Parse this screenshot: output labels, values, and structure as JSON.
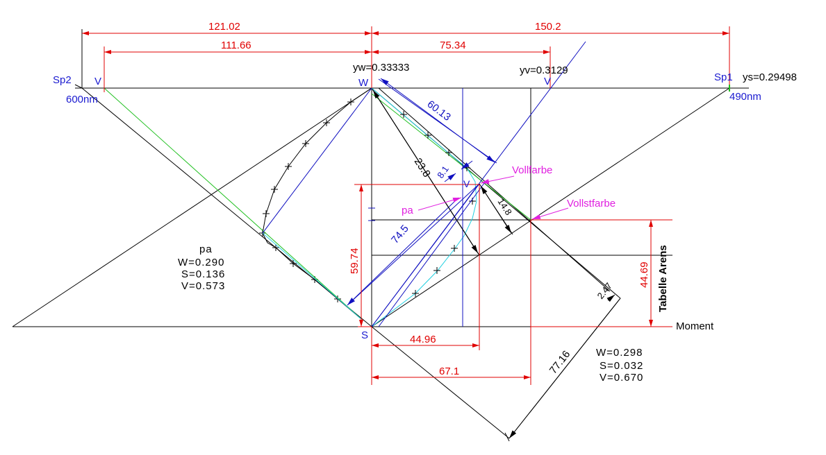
{
  "diagram": {
    "type": "color-triangle geometric construction",
    "colors": {
      "dimension": "#e00000",
      "construction_blue": "#1010c0",
      "label_blue": "#1a1ad0",
      "annotation_magenta": "#e020e0",
      "green_line": "#20c020",
      "cyan_curve": "#20d0e0",
      "black": "#000000"
    },
    "points": {
      "sp2": "Sp2",
      "sp2_wavelength": "600nm",
      "v_left": "V",
      "w": "W",
      "v_top": "V",
      "sp1": "Sp1",
      "sp1_wavelength": "490nm",
      "s": "S",
      "v_inner": "V"
    },
    "values": {
      "yw": "yw=0.33333",
      "yv": "yv=0.3129",
      "ys": "ys=0.29498"
    },
    "dimensions": {
      "top_left_outer": "121.02",
      "top_left_inner": "111.66",
      "top_right_outer": "150.2",
      "top_right_inner": "75.34",
      "diag_60": "60.13",
      "diag_23": "23.8",
      "diag_8": "8.1",
      "diag_14": "14.8",
      "vertical_59": "59.74",
      "diag_74": "74.5",
      "bottom_44": "44.96",
      "bottom_67": "67.1",
      "diag_77": "77.16",
      "diag_2": "2.47",
      "vertical_44": "44.69"
    },
    "annotations": {
      "vollfarbe": "Vollfarbe",
      "vollstfarbe": "Vollstfarbe",
      "pa": "pa",
      "tabelle": "Tabelle Arens",
      "moment": "Moment"
    },
    "info_left": {
      "title": "pa",
      "w": "W=0.290",
      "s": "S=0.136",
      "v": "V=0.573"
    },
    "info_right": {
      "w": "W=0.298",
      "s": "S=0.032",
      "v": "V=0.670"
    }
  }
}
